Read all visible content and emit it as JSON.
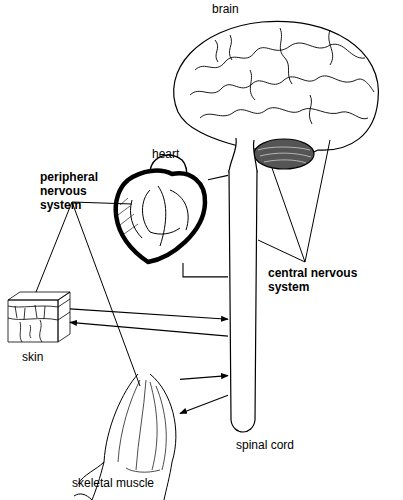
{
  "diagram": {
    "nodes": [
      {
        "text": [
          "brain"
        ]
      },
      {
        "text": [
          "heart"
        ]
      },
      {
        "text": [
          "skin"
        ]
      },
      {
        "text": [
          "spinal cord"
        ]
      },
      {
        "text": [
          "skeletal muscle"
        ]
      }
    ],
    "edges": [
      {
        "from": 1,
        "to": 3,
        "arrow": "none"
      },
      {
        "from": 1,
        "to": 3,
        "arrow": "none"
      },
      {
        "from": 2,
        "to": 3,
        "arrow": "to"
      },
      {
        "from": 3,
        "to": 2,
        "arrow": "to"
      },
      {
        "from": 4,
        "to": 3,
        "arrow": "to"
      },
      {
        "from": 3,
        "to": 4,
        "arrow": "to"
      }
    ],
    "labels": [
      "peripheral nervous system",
      "central nervous system"
    ]
  }
}
